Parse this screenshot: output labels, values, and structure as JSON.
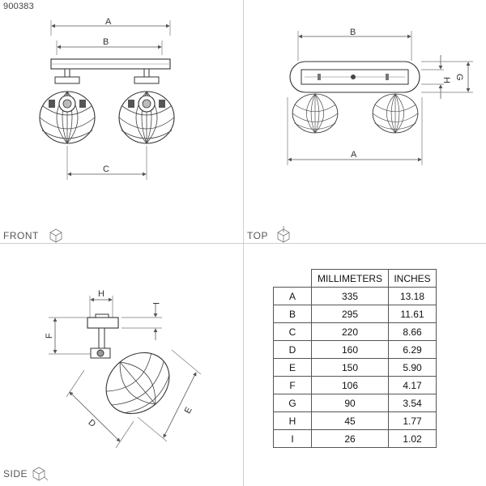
{
  "product_code": "900383",
  "views": {
    "front": {
      "label": "FRONT",
      "dim_labels": [
        "A",
        "B",
        "C"
      ]
    },
    "top": {
      "label": "TOP",
      "dim_labels": [
        "B",
        "A",
        "H",
        "G"
      ]
    },
    "side": {
      "label": "SIDE",
      "dim_labels": [
        "H",
        "I",
        "F",
        "D",
        "E"
      ]
    }
  },
  "table": {
    "headers": [
      "",
      "MILLIMETERS",
      "INCHES"
    ],
    "rows": [
      {
        "label": "A",
        "mm": "335",
        "in": "13.18"
      },
      {
        "label": "B",
        "mm": "295",
        "in": "11.61"
      },
      {
        "label": "C",
        "mm": "220",
        "in": "8.66"
      },
      {
        "label": "D",
        "mm": "160",
        "in": "6.29"
      },
      {
        "label": "E",
        "mm": "150",
        "in": "5.90"
      },
      {
        "label": "F",
        "mm": "106",
        "in": "4.17"
      },
      {
        "label": "G",
        "mm": "90",
        "in": "3.54"
      },
      {
        "label": "H",
        "mm": "45",
        "in": "1.77"
      },
      {
        "label": "I",
        "mm": "26",
        "in": "1.02"
      }
    ]
  },
  "icons": {
    "view_cube": "view-cube-icon"
  }
}
